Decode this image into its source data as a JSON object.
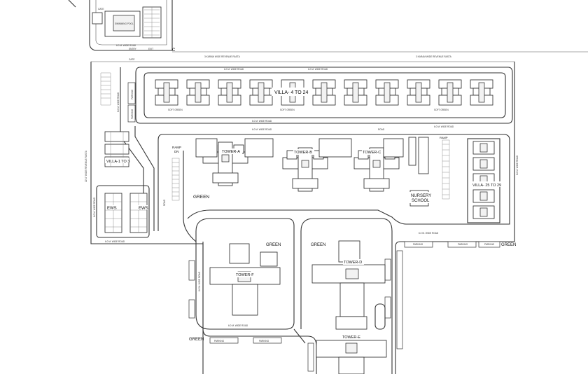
{
  "labels": {
    "villa_4_24": "VILLA- 4 TO 24",
    "villa_1_3": "VILLA-1 TO 3",
    "villa_25_29": "VILLA- 25 TO 29",
    "tower_a": "TOWER-A",
    "tower_b": "TOWER-B",
    "tower_c": "TOWER-C",
    "tower_d": "TOWER-D",
    "tower_e": "TOWER-E",
    "tower_f": "TOWER-F",
    "nursery": "NURSERY",
    "school": "SCHOOL",
    "ews": "EWS",
    "green": "GREEN",
    "parking": "PARKING",
    "ramp": "RAMP",
    "ramp_dn": "DN",
    "road_6m": "6.0 M. WIDE ROAD",
    "rasta": "3 KARAM WIDE REVENUE RASTA",
    "rasta_side": "22'-0\" WIDE REVENUE RASTA",
    "swimming": "SWIMMING POOL",
    "gate": "GATE",
    "entry": "ENTRY",
    "exit": "EXIT",
    "road": "ROAD",
    "soft_green": "SOFT GREEN",
    "corner_c": "C"
  }
}
